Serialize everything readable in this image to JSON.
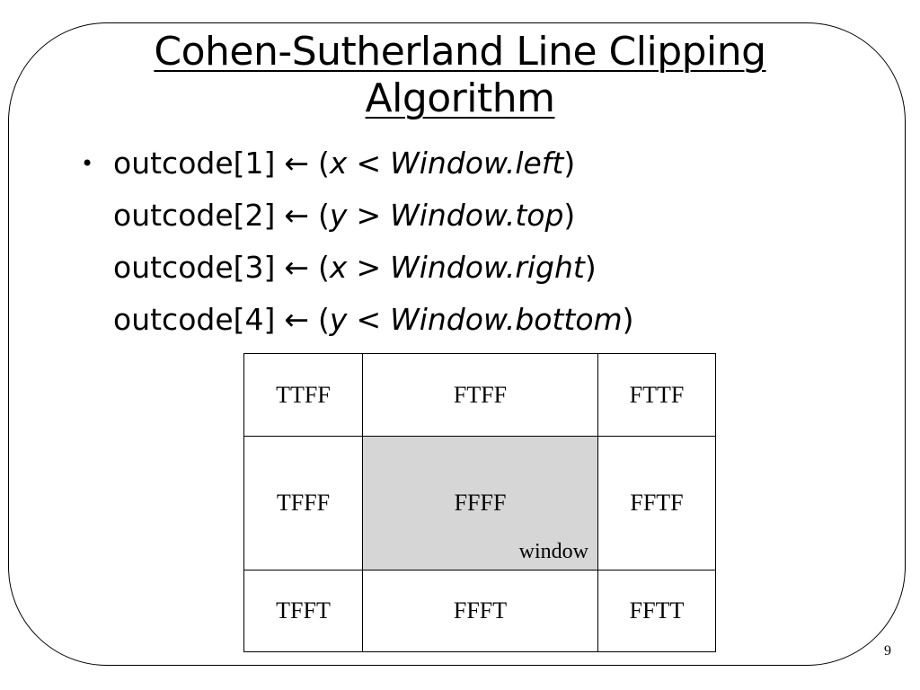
{
  "slide": {
    "title_line1": "Cohen-Sutherland Line Clipping",
    "title_line2": "Algorithm",
    "bullet_symbol": "•",
    "arrow": "←",
    "outcodes": [
      {
        "lhs": "outcode[1]",
        "var": "x",
        "op": "<",
        "window_field": "Window.left"
      },
      {
        "lhs": "outcode[2]",
        "var": "y",
        "op": ">",
        "window_field": "Window.top"
      },
      {
        "lhs": "outcode[3]",
        "var": "x",
        "op": ">",
        "window_field": "Window.right"
      },
      {
        "lhs": "outcode[4]",
        "var": "y",
        "op": "<",
        "window_field": "Window.bottom"
      }
    ],
    "region_table": {
      "rows": [
        [
          "TTFF",
          "FTFF",
          "FTTF"
        ],
        [
          "TFFF",
          "FFFF",
          "FFTF"
        ],
        [
          "TFFT",
          "FFFT",
          "FFTT"
        ]
      ],
      "window_label": "window",
      "window_fill": "#d6d6d6"
    },
    "page_number": "9"
  }
}
